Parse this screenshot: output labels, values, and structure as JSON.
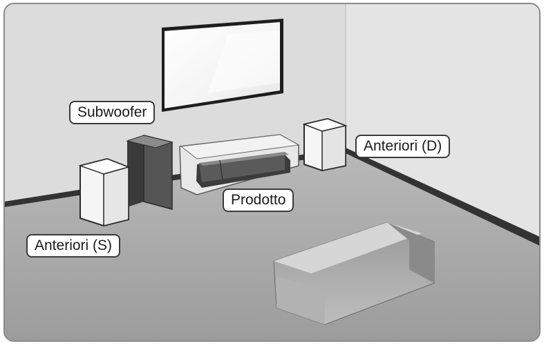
{
  "labels": {
    "subwoofer": "Subwoofer",
    "front_right": "Anteriori (D)",
    "product": "Prodotto",
    "front_left": "Anteriori (S)"
  },
  "colors": {
    "frame": "#8a8a8a",
    "back_wall": "#dcdcdc",
    "right_wall": "#e2e2e2",
    "floor": "#a9a9a9",
    "baseboard": "#333333",
    "speaker_light": "#f2f2f2",
    "speaker_dark": "#4a4a4a"
  }
}
